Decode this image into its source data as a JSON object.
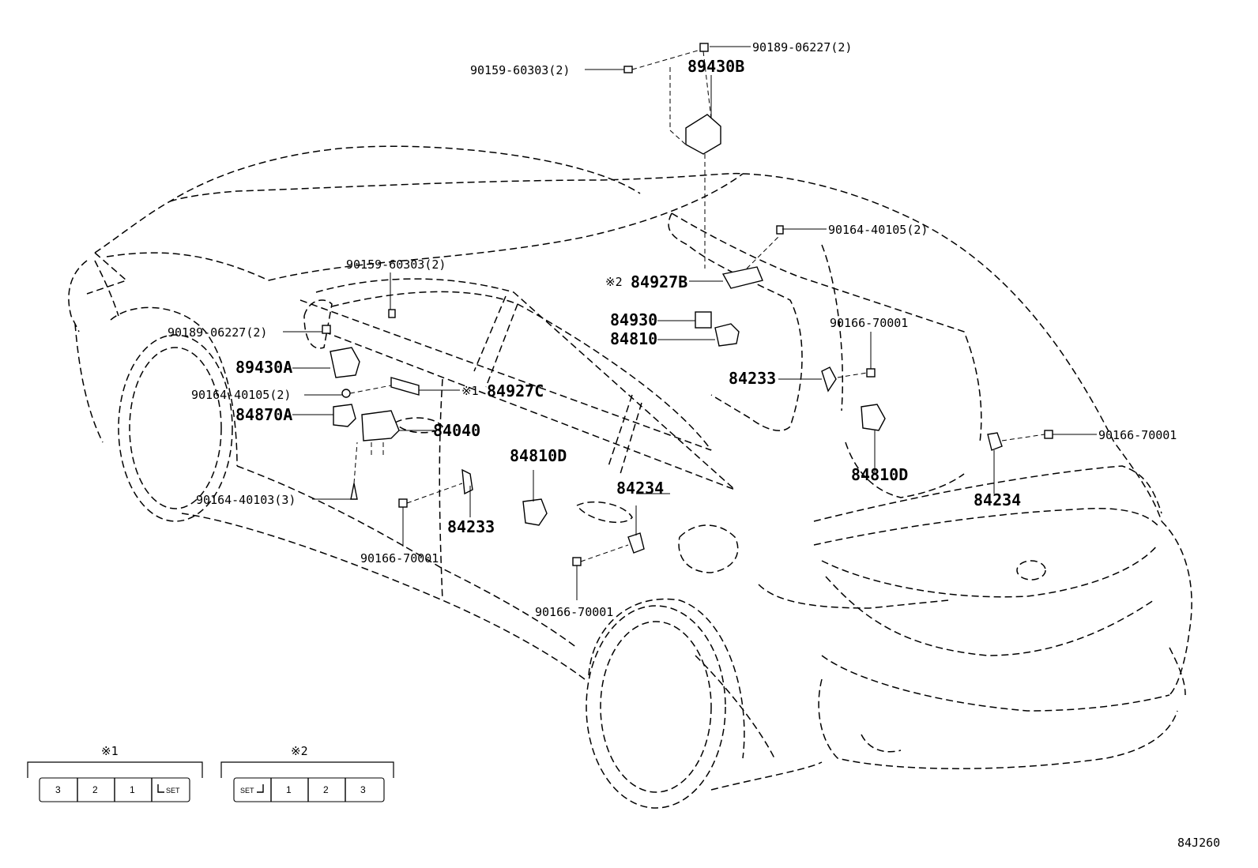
{
  "labels": {
    "p_90189_06227_top": "90189-06227(2)",
    "p_90159_60303_top": "90159-60303(2)",
    "p_89430B": "89430B",
    "p_90164_40105_right": "90164-40105(2)",
    "p_84927B_mark": "※2",
    "p_84927B": "84927B",
    "p_84930": "84930",
    "p_84810": "84810",
    "p_90166_70001_r1": "90166-70001",
    "p_84233_r": "84233",
    "p_84810D_r": "84810D",
    "p_90166_70001_r2": "90166-70001",
    "p_84234_r": "84234",
    "p_90159_60303_left": "90159-60303(2)",
    "p_90189_06227_left": "90189-06227(2)",
    "p_89430A": "89430A",
    "p_90164_40105_left": "90164-40105(2)",
    "p_84927C_mark": "※1",
    "p_84927C": "84927C",
    "p_84870A": "84870A",
    "p_84040": "84040",
    "p_84810D_c": "84810D",
    "p_90164_40103": "90164-40103(3)",
    "p_84234_c": "84234",
    "p_84233_c": "84233",
    "p_90166_70001_c1": "90166-70001",
    "p_90166_70001_c2": "90166-70001"
  },
  "legend": {
    "note1": {
      "mark": "※1",
      "keys": [
        "3",
        "2",
        "1",
        "SET"
      ]
    },
    "note2": {
      "mark": "※2",
      "keys": [
        "SET",
        "1",
        "2",
        "3"
      ]
    }
  },
  "diagram_code": "84J260"
}
